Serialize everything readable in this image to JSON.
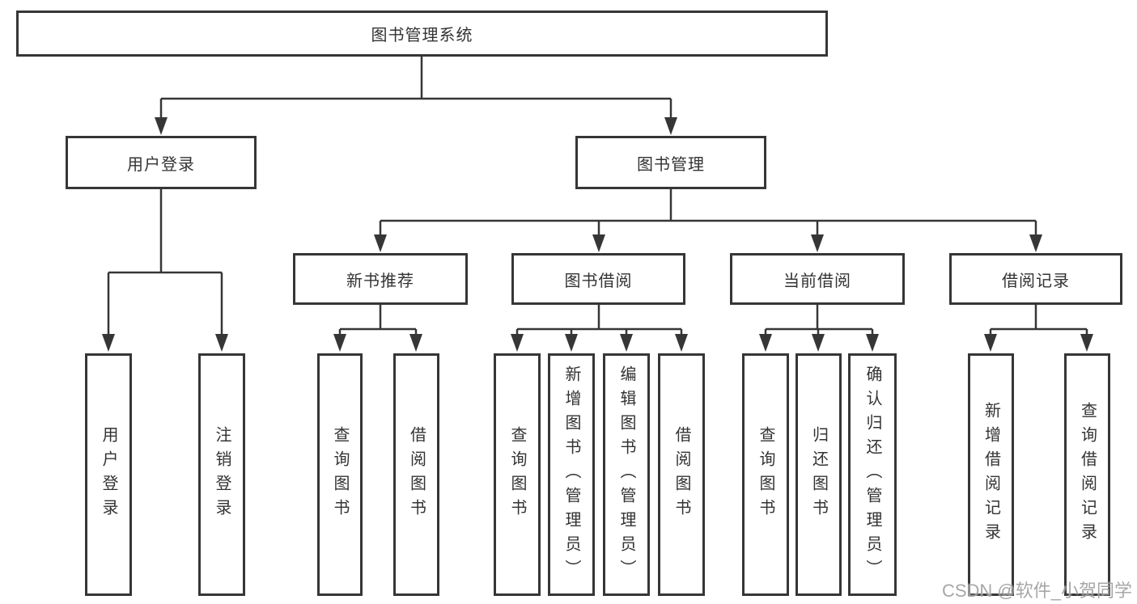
{
  "diagram": {
    "type": "hierarchy-tree",
    "root": {
      "label": "图书管理系统",
      "children": [
        {
          "label": "用户登录",
          "children": [
            {
              "label": "用户登录"
            },
            {
              "label": "注销登录"
            }
          ]
        },
        {
          "label": "图书管理",
          "children": [
            {
              "label": "新书推荐",
              "children": [
                {
                  "label": "查询图书"
                },
                {
                  "label": "借阅图书"
                }
              ]
            },
            {
              "label": "图书借阅",
              "children": [
                {
                  "label": "查询图书"
                },
                {
                  "label": "新增图书（管理员）"
                },
                {
                  "label": "编辑图书（管理员）"
                },
                {
                  "label": "借阅图书"
                }
              ]
            },
            {
              "label": "当前借阅",
              "children": [
                {
                  "label": "查询图书"
                },
                {
                  "label": "归还图书"
                },
                {
                  "label": "确认归还（管理员）"
                }
              ]
            },
            {
              "label": "借阅记录",
              "children": [
                {
                  "label": "新增借阅记录"
                },
                {
                  "label": "查询借阅记录"
                }
              ]
            }
          ]
        }
      ]
    },
    "colors": {
      "line": "#363636",
      "box_border": "#363636",
      "box_background": "#ffffff",
      "text": "#333333",
      "watermark": "#949494",
      "page_background": "#ffffff"
    },
    "watermark": "CSDN @软件_小贺同学"
  }
}
